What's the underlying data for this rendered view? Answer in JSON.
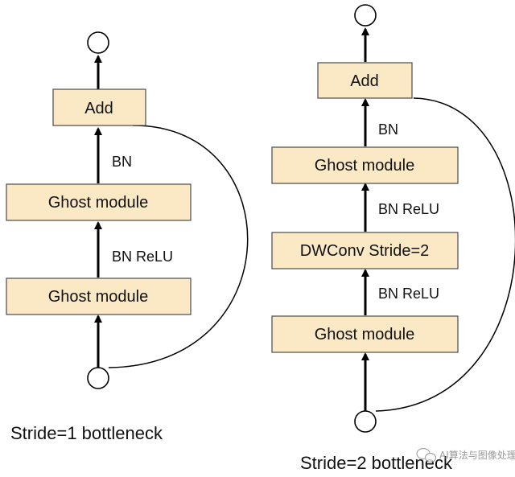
{
  "left": {
    "add_label": "Add",
    "top_bn_label": "BN",
    "upper_ghost_label": "Ghost module",
    "mid_bn_relu_label": "BN ReLU",
    "lower_ghost_label": "Ghost module",
    "caption": "Stride=1 bottleneck"
  },
  "right": {
    "add_label": "Add",
    "top_bn_label": "BN",
    "upper_ghost_label": "Ghost module",
    "upper_bn_relu_label": "BN ReLU",
    "dwconv_label": "DWConv Stride=2",
    "lower_bn_relu_label": "BN ReLU",
    "lower_ghost_label": "Ghost module",
    "caption": "Stride=2 bottleneck"
  },
  "watermark": {
    "text": "AI算法与图像处理"
  },
  "colors": {
    "box_fill": "#fbe9c6",
    "stroke": "#000000"
  }
}
